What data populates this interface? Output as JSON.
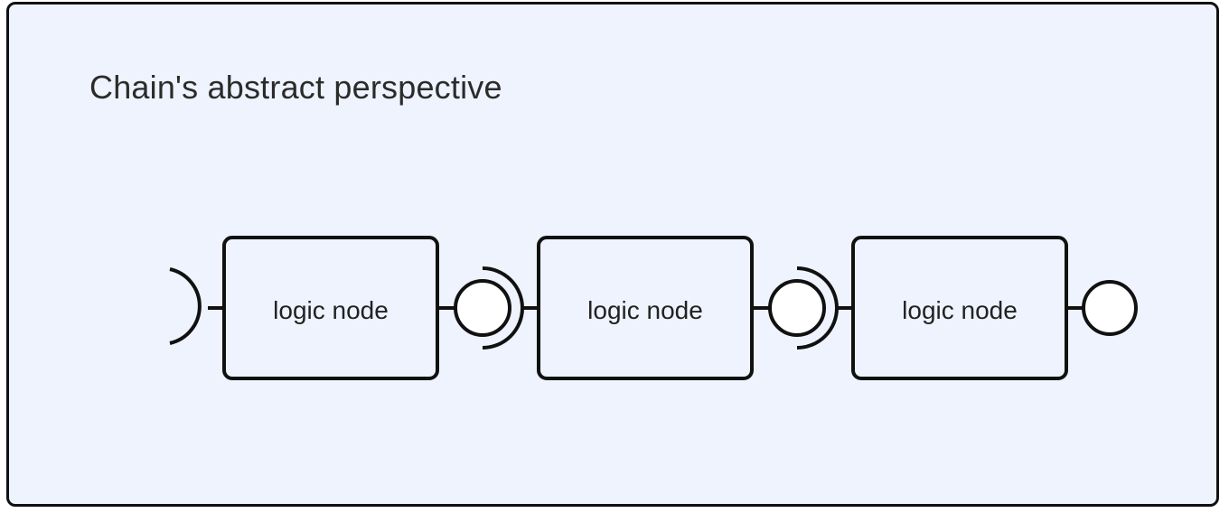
{
  "diagram": {
    "title": "Chain's abstract perspective",
    "nodes": [
      {
        "label": "logic node"
      },
      {
        "label": "logic node"
      },
      {
        "label": "logic node"
      }
    ]
  }
}
